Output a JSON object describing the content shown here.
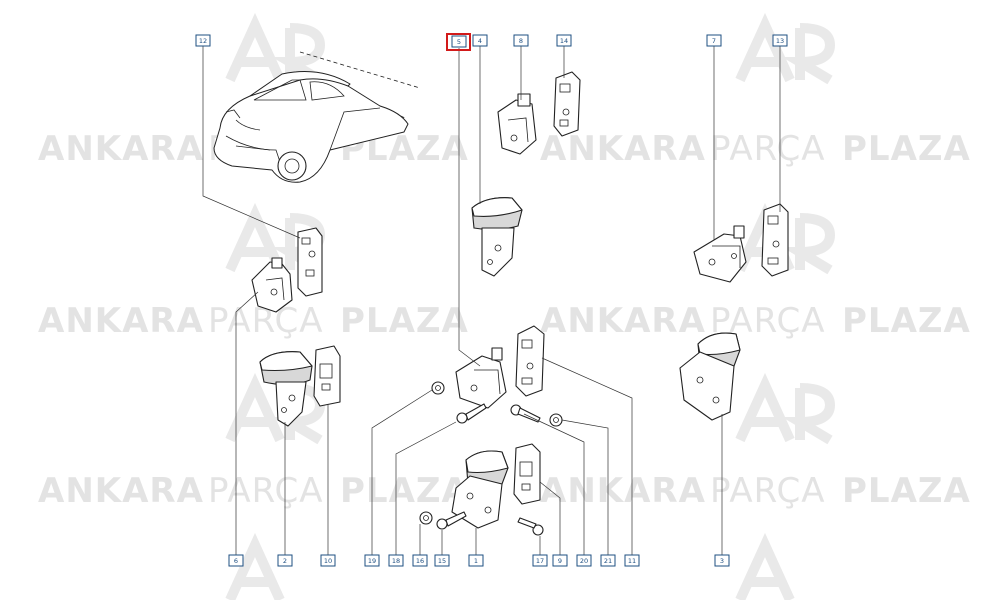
{
  "watermark": {
    "brand_bold": "ANKARA",
    "brand_light": "PARÇA",
    "brand_bold2": "PLAZA"
  },
  "callouts": {
    "c12": "12",
    "c5": "5",
    "c4": "4",
    "c8": "8",
    "c14": "14",
    "c7": "7",
    "c13": "13",
    "c6": "6",
    "c2": "2",
    "c10": "10",
    "c19": "19",
    "c18": "18",
    "c16": "16",
    "c15": "15",
    "c1": "1",
    "c17": "17",
    "c9": "9",
    "c20": "20",
    "c21": "21",
    "c11": "11",
    "c3": "3"
  },
  "colors": {
    "callout_border": "#1e4f82",
    "highlight": "#d21a1a",
    "watermark": "#e3e3e3"
  }
}
